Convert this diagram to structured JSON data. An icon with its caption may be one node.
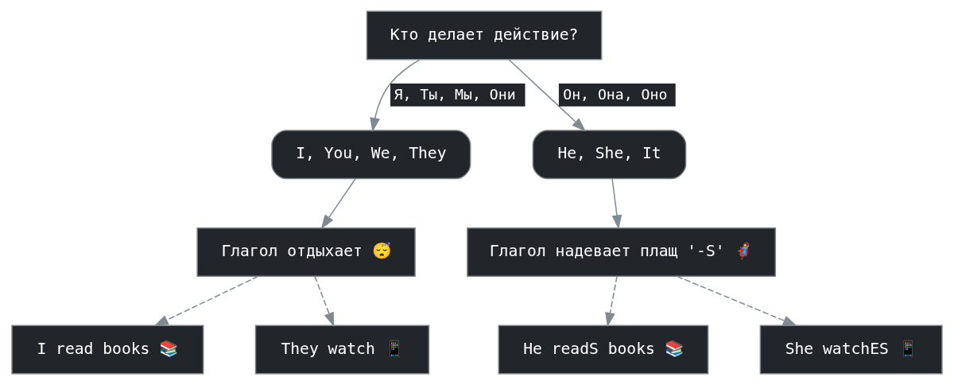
{
  "diagram": {
    "nodes": [
      {
        "text": [
          "Кто делает действие?"
        ]
      },
      {
        "text": [
          "I, You, We, They"
        ]
      },
      {
        "text": [
          "He, She, It"
        ]
      },
      {
        "text": [
          "Глагол отдыхает 😴"
        ]
      },
      {
        "text": [
          "Глагол надевает плащ '-S' 🦸"
        ]
      },
      {
        "text": [
          "I read books 📚"
        ]
      },
      {
        "text": [
          "They watch 📱"
        ]
      },
      {
        "text": [
          "He readS books 📚"
        ]
      },
      {
        "text": [
          "She watchES 📱"
        ]
      }
    ],
    "edges": [
      {
        "from": 0,
        "to": 1,
        "arrow": "to",
        "label": "Я, Ты, Мы, Они"
      },
      {
        "from": 0,
        "to": 2,
        "arrow": "to",
        "label": "Он, Она, Оно"
      },
      {
        "from": 1,
        "to": 3,
        "arrow": "to"
      },
      {
        "from": 2,
        "to": 4,
        "arrow": "to"
      },
      {
        "from": 3,
        "to": 5,
        "arrow": "to",
        "style": "dashed"
      },
      {
        "from": 3,
        "to": 6,
        "arrow": "to",
        "style": "dashed"
      },
      {
        "from": 4,
        "to": 7,
        "arrow": "to",
        "style": "dashed"
      },
      {
        "from": 4,
        "to": 8,
        "arrow": "to",
        "style": "dashed"
      }
    ]
  }
}
